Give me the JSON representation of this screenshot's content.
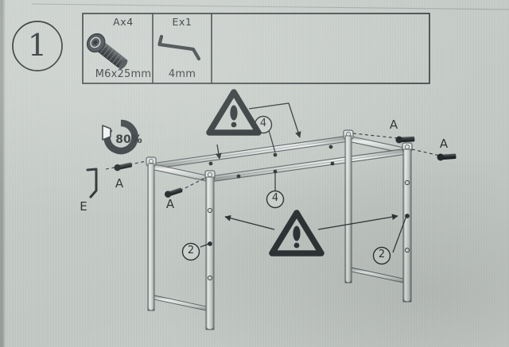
{
  "document": {
    "type": "furniture-assembly-instruction",
    "step_number": "1",
    "page_background": "#c8cec9",
    "ink_color": "#2f3436",
    "line_color": "#555b5d"
  },
  "parts_table": {
    "cells": [
      {
        "id": "part-a",
        "code": "Ax4",
        "size": "M6x25mm",
        "icon": "screw-icon"
      },
      {
        "id": "part-e",
        "code": "Ex1",
        "size": "4mm",
        "icon": "allen-key-icon"
      },
      {
        "id": "part-empty",
        "code": "",
        "size": "",
        "icon": ""
      }
    ]
  },
  "torque_indicator": {
    "label": "80%",
    "icon": "torque-arc-icon"
  },
  "callouts": {
    "screw_labels": [
      {
        "id": "screw-label-left-far",
        "text": "A"
      },
      {
        "id": "screw-label-left-near",
        "text": "A"
      },
      {
        "id": "screw-label-right-far",
        "text": "A"
      },
      {
        "id": "screw-label-right-near",
        "text": "A"
      }
    ],
    "tool_label": {
      "id": "allen-key-label",
      "text": "E"
    },
    "numbered": [
      {
        "id": "callout-4-top",
        "text": "4"
      },
      {
        "id": "callout-4-lower",
        "text": "4"
      },
      {
        "id": "callout-2-left",
        "text": "2"
      },
      {
        "id": "callout-2-right",
        "text": "2"
      }
    ]
  },
  "warnings": [
    {
      "id": "warning-top",
      "glyph": "!",
      "icon": "warning-triangle-icon"
    },
    {
      "id": "warning-bottom",
      "glyph": "!",
      "icon": "warning-triangle-icon"
    }
  ]
}
